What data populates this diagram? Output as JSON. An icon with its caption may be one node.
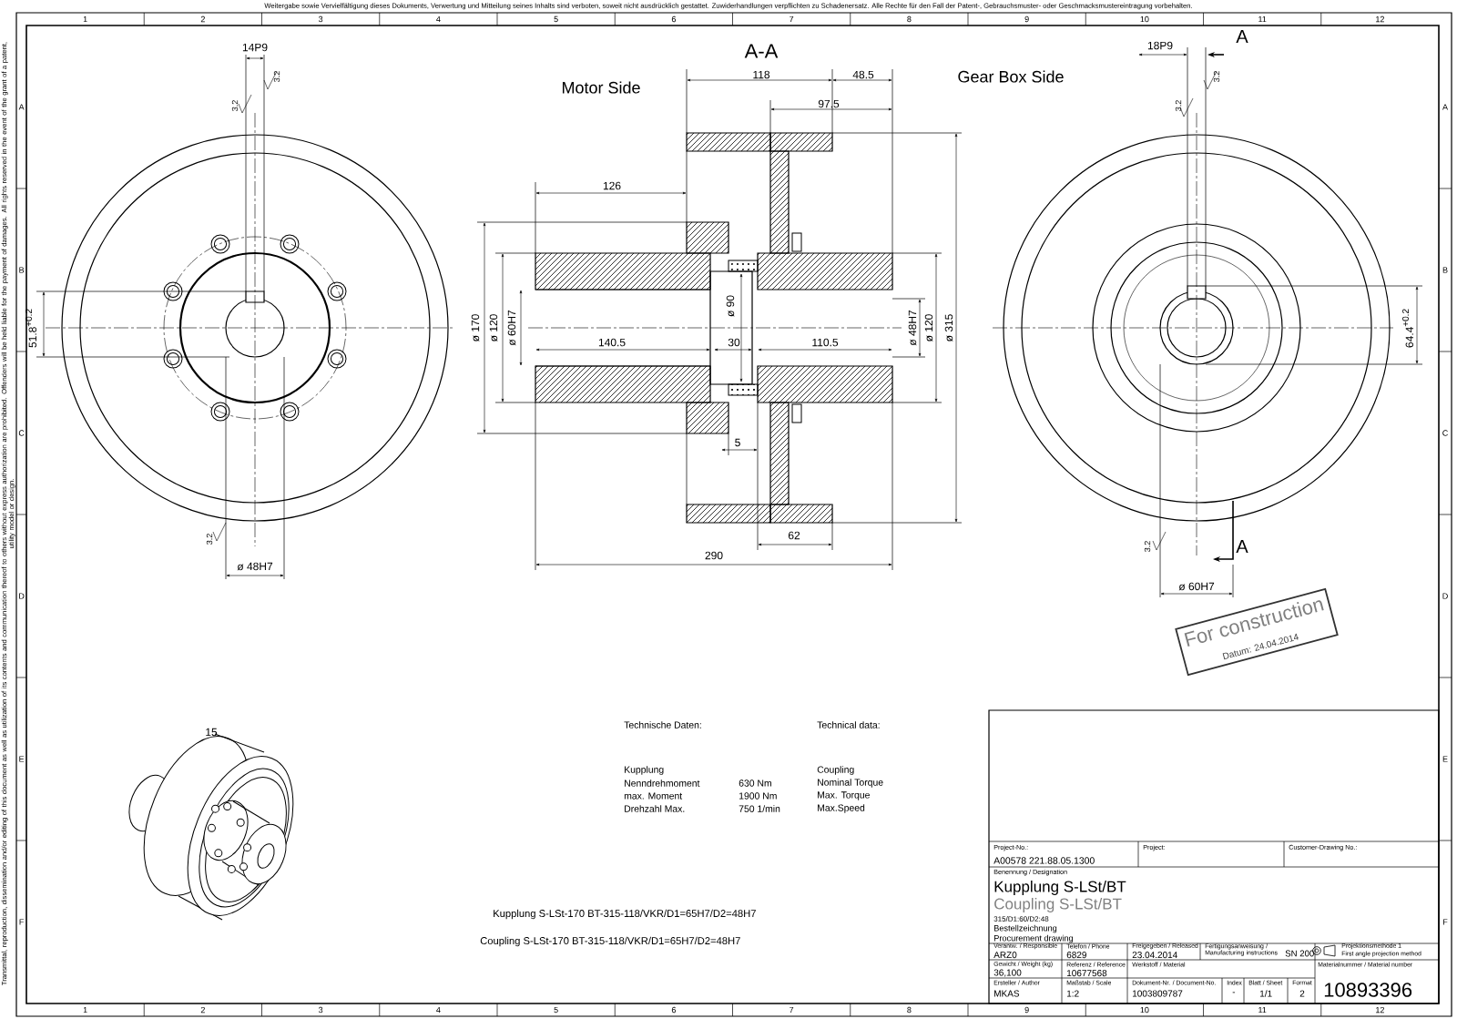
{
  "diagram": {
    "nodes": [
      {
        "text": [
          "For construction",
          "Datum: 24.04.2014"
        ]
      }
    ],
    "labels": [
      "Weitergabe sowie Vervielfältigung dieses Dokuments, Verwertung und Mitteilung seines Inhalts sind verboten, soweit nicht ausdrücklich gestattet. Zuwiderhandlungen verpflichten zu Schadenersatz. Alle Rechte für den Fall der Patent-, Gebrauchsmuster- oder Geschmacksmustereintragung vorbehalten.",
      "1",
      "2",
      "3",
      "4",
      "5",
      "6",
      "7",
      "8",
      "9",
      "10",
      "11",
      "12",
      "Transmittal, reproduction, dissemination and/or editing of this document as well as utilization of its contents and communication thereof to others without express authorization are prohibited. Offenders will be held liable for the payment of damages. All rights reserved in the event of the grant of a patent, utility model or design.",
      "A",
      "B",
      "C",
      "D",
      "E",
      "F",
      "A",
      "B",
      "C",
      "D",
      "E",
      "F",
      "14P9",
      "3.2",
      "3.2",
      "51.8$^{+0.2}$",
      "3.2",
      "ø 48H7",
      "A-A",
      "Motor Side",
      "118",
      "48.5",
      "Gear Box Side",
      "97.5",
      "126",
      "ø 170",
      "ø 120",
      "ø 60H7",
      "140.5",
      "ø 90",
      "30",
      "110.5",
      "ø 48H7",
      "ø 120",
      "ø 315",
      "5",
      "62",
      "290",
      "18P9",
      "A",
      "3.2",
      "3.2",
      "64.4$^{+0.2}$",
      "3.2",
      "A",
      "ø 60H7",
      "15",
      "Technische Daten:",
      "Technical data:",
      "Kupplung",
      "Coupling",
      "Nenndrehmoment",
      "630  Nm",
      "Nominal Torque",
      "max. Moment",
      "1900 Nm",
      "Max. Torque",
      "Drehzahl Max.",
      "750 1/min",
      "Max.Speed",
      "Kupplung S-LSt-170 BT-315-118/VKR/D1=65H7/D2=48H7",
      "Coupling S-LSt-170 BT-315-118/VKR/D1=65H7/D2=48H7",
      "Project-No.:",
      "A00578 221.88.05.1300",
      "Project:",
      "Customer-Drawing No.:",
      "Benennung / Designation",
      "Kupplung S-LSt/BT",
      "Coupling S-LSt/BT",
      "315/D1:60/D2:48",
      "Bestellzeichnung",
      "Procurement drawing",
      "Verantw. / Responsible",
      "ARZ0",
      "Telefon / Phone",
      "6829",
      "Freigegeben / Released",
      "23.04.2014",
      "Fertigungsanweisung / Manufacturing instructions",
      "SN 200",
      "Projektionsmethode 1",
      "First angle projection method",
      "Gewicht / Weight (kg)",
      "36,100",
      "Referenz / Reference",
      "10677568",
      "Werkstoff / Material",
      "Materialnummer / Material number",
      "10893396",
      "Ersteller / Author",
      "MKAS",
      "Maßstab / Scale",
      "1:2",
      "Dokument-Nr. / Document-No.",
      "1003809787",
      "Index",
      "-",
      "Blatt / Sheet",
      "1/1",
      "Format",
      "2",
      "1",
      "2",
      "3",
      "4",
      "5",
      "6",
      "7",
      "8",
      "9",
      "10",
      "11",
      "12"
    ]
  }
}
